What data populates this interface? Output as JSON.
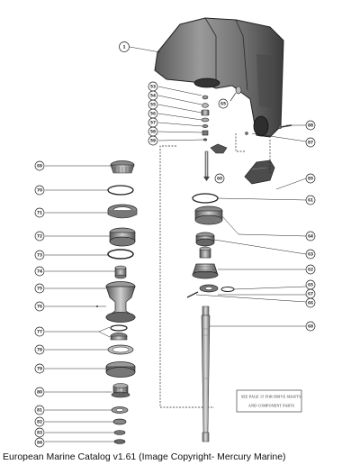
{
  "caption": "European Marine Catalog v1.61 (Image Copyright- Mercury Marine)",
  "note": {
    "line1": "SEE PAGE 15 FOR DRIVE SHAFTS",
    "line2": "AND COMPONENT PARTS"
  },
  "callouts": {
    "housing": "1",
    "bearing_stack": [
      "53",
      "54",
      "55",
      "56",
      "57",
      "58",
      "59"
    ],
    "small_bolt": "65",
    "shift_shaft": "60",
    "screw_right": "88",
    "pin_right": "87",
    "cover_right": "85",
    "oring_right": "61",
    "bearing_right": "64",
    "cup_right": "63",
    "gear_right": "62",
    "washer_right_a": "65",
    "washer_right_b": "67",
    "pin_right_b": "66",
    "shaft_right": "68",
    "left_column": [
      "69",
      "70",
      "71",
      "72",
      "73",
      "74",
      "75",
      "76",
      "77",
      "78",
      "79",
      "80",
      "81",
      "82",
      "83",
      "84"
    ]
  }
}
